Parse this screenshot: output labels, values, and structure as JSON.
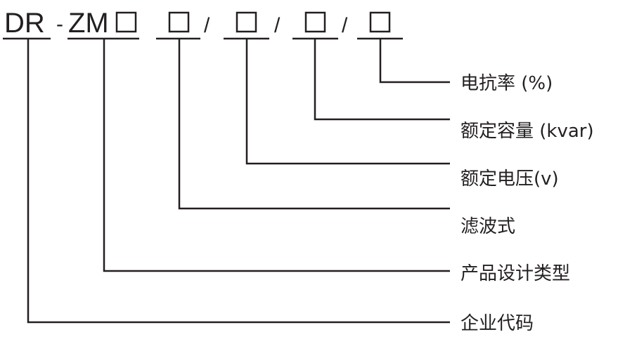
{
  "code": {
    "prefix": "DR",
    "dash": "-",
    "series": "ZM",
    "slash": "/"
  },
  "labels": {
    "reactance_rate": "电抗率 (%)",
    "rated_capacity": "额定容量 (kvar)",
    "rated_voltage": "额定电压(v)",
    "filter_type": "滤波式",
    "product_design_type": "产品设计类型",
    "company_code": "企业代码"
  },
  "colors": {
    "ink": "#231f20",
    "background": "#ffffff"
  }
}
